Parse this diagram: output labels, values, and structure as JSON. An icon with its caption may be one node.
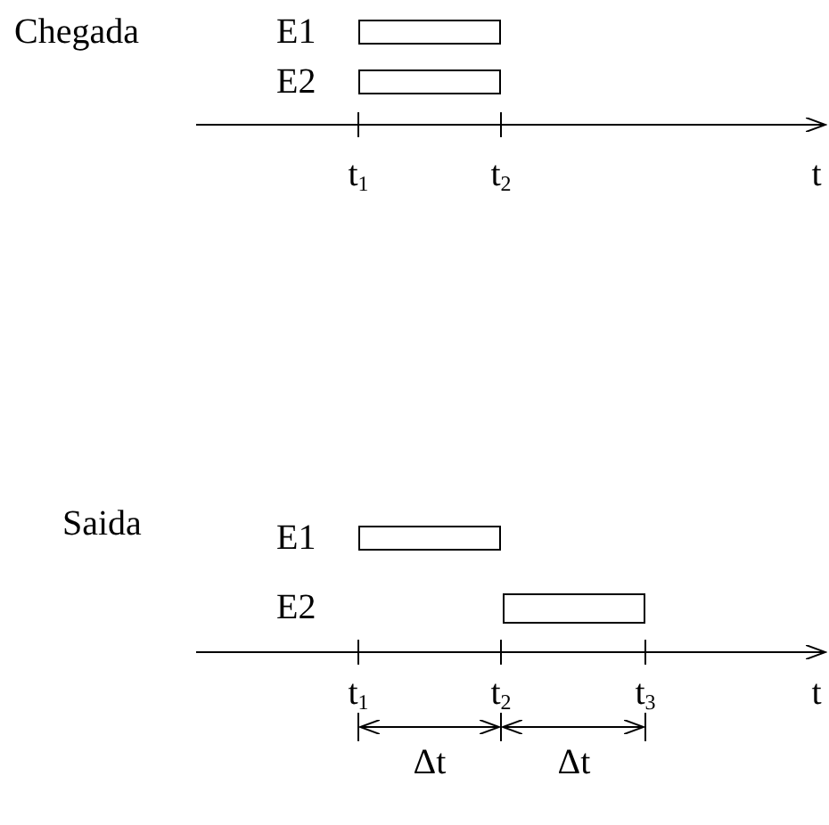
{
  "diagram": {
    "nodes": [
      {
        "text": [],
        "shape": "bar",
        "beside": [
          "E1"
        ]
      },
      {
        "text": [],
        "shape": "bar",
        "beside": [
          "E2"
        ]
      },
      {
        "text": [],
        "shape": "bar",
        "beside": [
          "E1"
        ]
      },
      {
        "text": [],
        "shape": "bar"
      }
    ],
    "labels": [
      "Chegada",
      "t$_{1}$",
      "t$_{2}$",
      "t",
      "Saida",
      "E2",
      "t$_{1}$",
      "t$_{2}$",
      "t$_{3}$",
      "t",
      "Δt",
      "Δt"
    ]
  }
}
